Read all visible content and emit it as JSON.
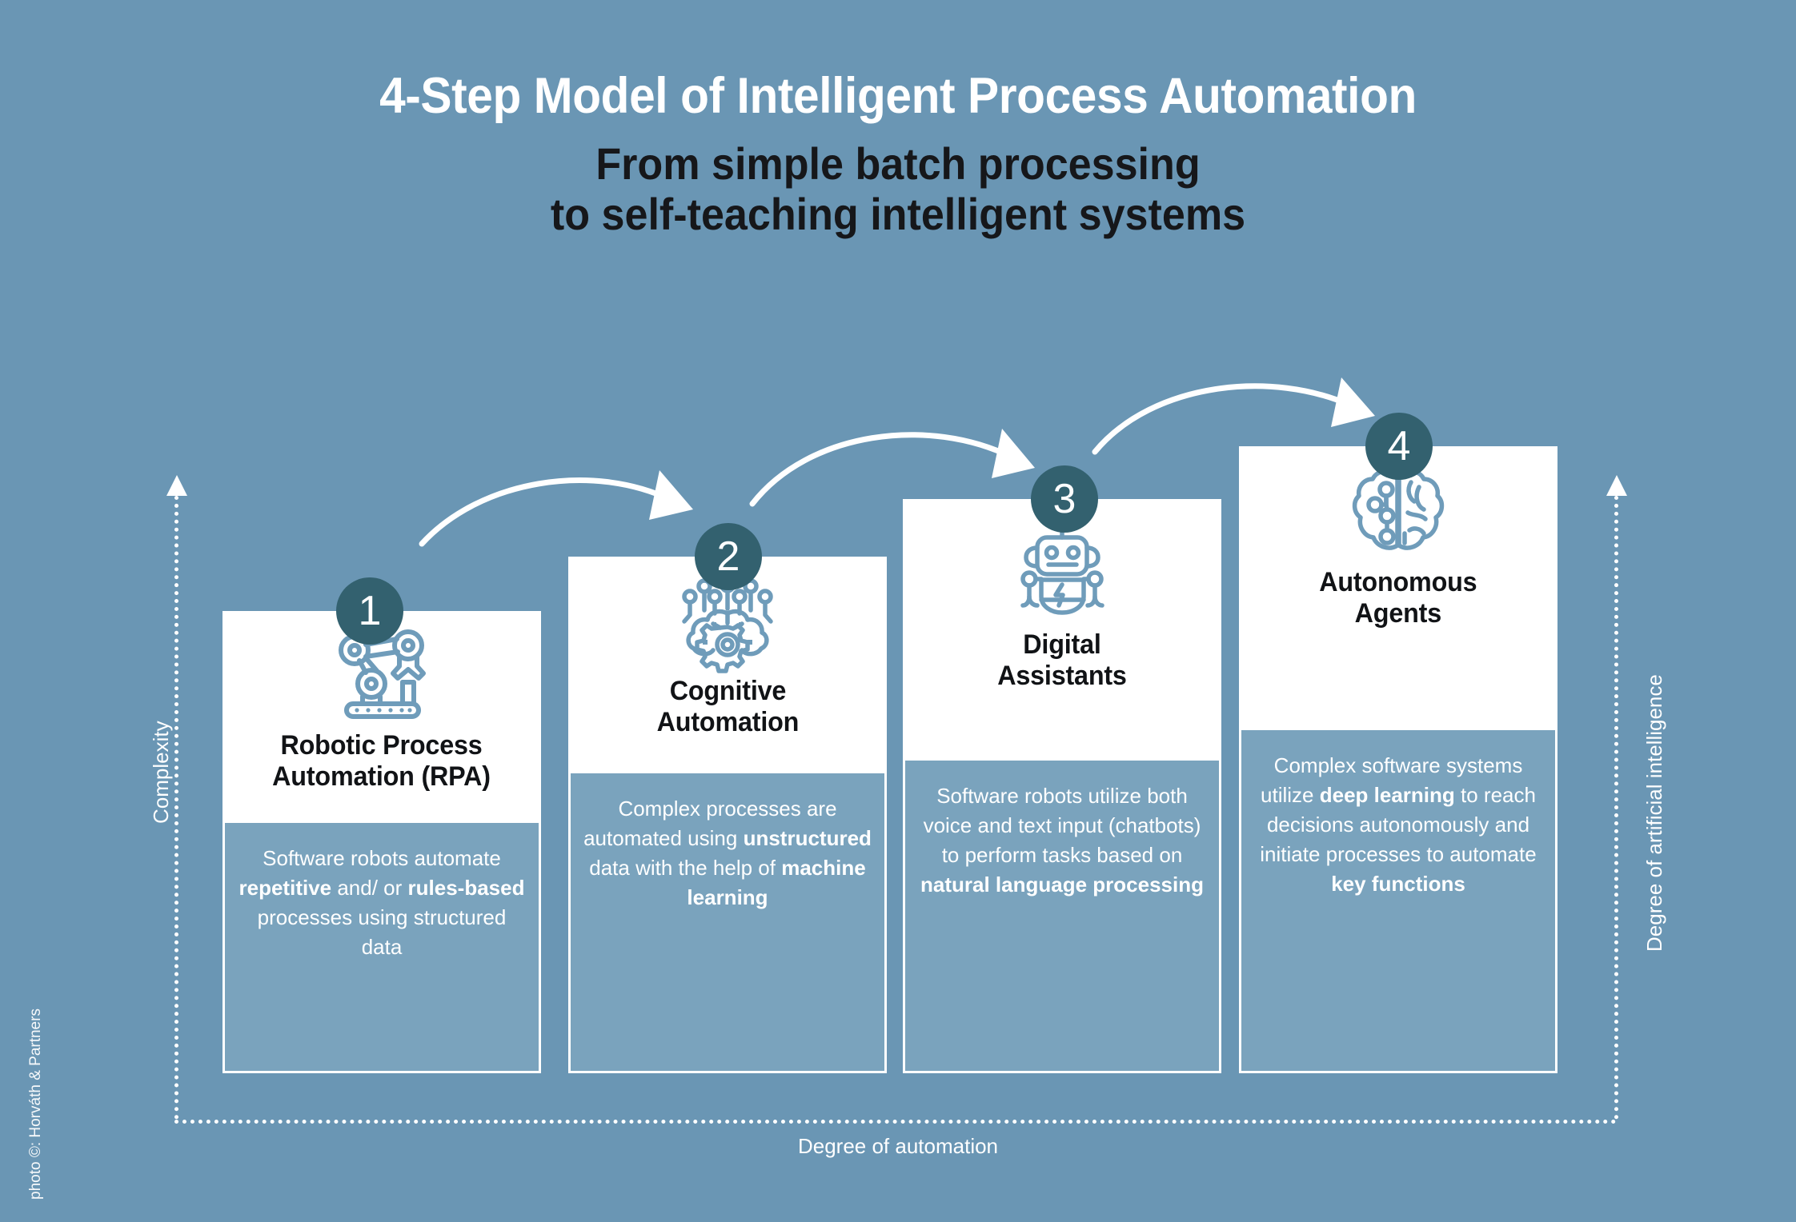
{
  "theme": {
    "background": "#6a96b4",
    "card_body_blue": "#7aa3bd",
    "card_top_white": "#ffffff",
    "badge_teal": "#33616f",
    "icon_blue": "#6f9cba",
    "title_white": "#ffffff",
    "title_dark": "#16171a"
  },
  "header": {
    "title": "4-Step Model of Intelligent Process Automation",
    "subtitle_line1": "From simple batch processing",
    "subtitle_line2": "to self-teaching intelligent systems"
  },
  "axes": {
    "y_left_label": "Complexity",
    "y_right_label": "Degree of artificial intelligence",
    "x_label": "Degree of automation"
  },
  "credit": "photo ©: Horváth & Partners",
  "steps": [
    {
      "number": "1",
      "icon_name": "robotic-arm-icon",
      "title_line1": "Robotic Process",
      "title_line2": "Automation (RPA)",
      "body_segments": [
        {
          "text": "Software robots ",
          "bold": false
        },
        {
          "text": "automate ",
          "bold": false
        },
        {
          "text": "repetitive",
          "bold": true
        },
        {
          "text": " and/ or ",
          "bold": false
        },
        {
          "text": "rules-based",
          "bold": true
        },
        {
          "text": " processes using structured data",
          "bold": false
        }
      ],
      "body_text": "Software robots automate repetitive and/ or rules-based processes using structured data"
    },
    {
      "number": "2",
      "icon_name": "brain-gear-icon",
      "title_line1": "Cognitive",
      "title_line2": "Automation",
      "body_segments": [
        {
          "text": "Complex processes are automated using ",
          "bold": false
        },
        {
          "text": "unstructured",
          "bold": true
        },
        {
          "text": " data with the help of ",
          "bold": false
        },
        {
          "text": "machine learning",
          "bold": true
        }
      ],
      "body_text": "Complex processes are automated using unstructured data with the help of machine learning"
    },
    {
      "number": "3",
      "icon_name": "robot-icon",
      "title_line1": "Digital",
      "title_line2": "Assistants",
      "body_segments": [
        {
          "text": "Software robots utilize both voice and text input (chatbots) to perform tasks based on ",
          "bold": false
        },
        {
          "text": "natural language processing",
          "bold": true
        }
      ],
      "body_text": "Software robots utilize both voice and text input (chatbots) to perform tasks based on natural language processing"
    },
    {
      "number": "4",
      "icon_name": "brain-circuit-icon",
      "title_line1": "Autonomous",
      "title_line2": "Agents",
      "body_segments": [
        {
          "text": "Complex software systems utilize ",
          "bold": false
        },
        {
          "text": "deep learning",
          "bold": true
        },
        {
          "text": " to reach decisions autonomously and initiate processes to automate ",
          "bold": false
        },
        {
          "text": "key functions",
          "bold": true
        }
      ],
      "body_text": "Complex software systems utilize deep learning to reach decisions autonomously and initiate processes to automate key functions"
    }
  ],
  "arrows": [
    {
      "name": "arrow-step1-to-step2"
    },
    {
      "name": "arrow-step2-to-step3"
    },
    {
      "name": "arrow-step3-to-step4"
    }
  ]
}
